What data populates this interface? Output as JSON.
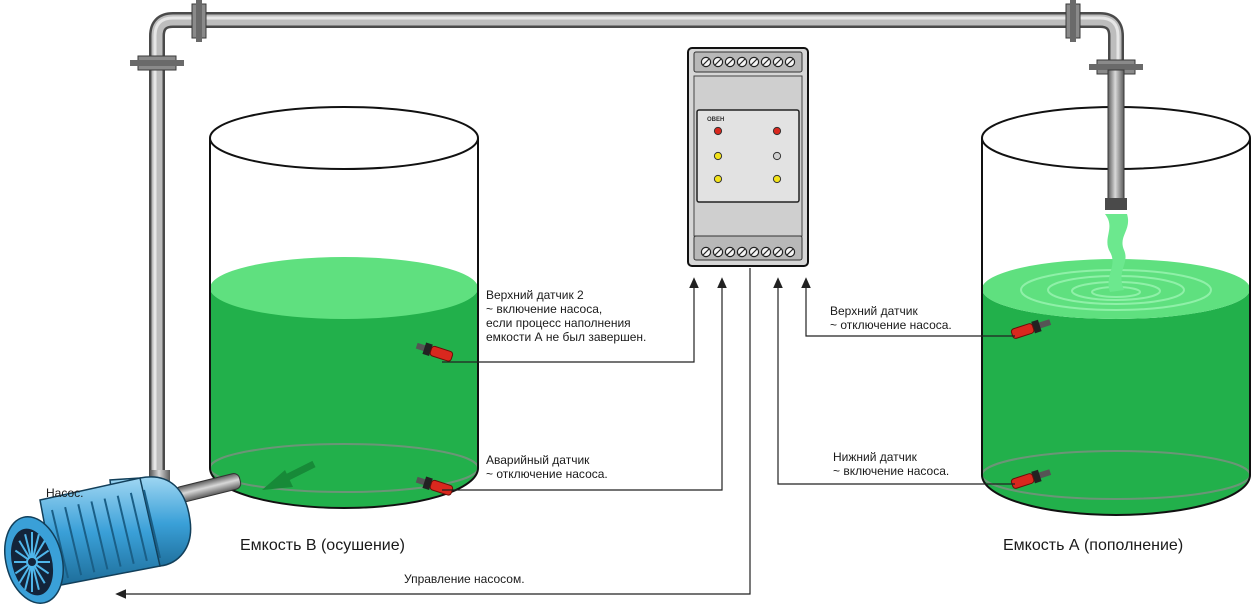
{
  "tanks": {
    "b": {
      "caption": "Емкость В (осушение)",
      "water_color": "#22b04b",
      "water_top_color": "#5fe07f"
    },
    "a": {
      "caption": "Емкость А (пополнение)",
      "water_color": "#22b04b",
      "water_top_color": "#5fe07f"
    }
  },
  "pump": {
    "label": "Насос.",
    "color": "#3aa0d8"
  },
  "device": {
    "logo": "ОВЕН",
    "terminal_count_top": 8,
    "terminal_count_bottom": 8
  },
  "sensors": {
    "upper2": {
      "lines": [
        "Верхний датчик 2",
        "~ включение насоса,",
        "если процесс наполнения",
        "емкости А не был завершен."
      ]
    },
    "alarm": {
      "lines": [
        "Аварийный датчик",
        "~ отключение насоса."
      ]
    },
    "upper_a": {
      "lines": [
        "Верхний датчик",
        "~ отключение насоса."
      ]
    },
    "lower_a": {
      "lines": [
        "Нижний датчик",
        "~ включение насоса."
      ]
    }
  },
  "control": {
    "label": "Управление насосом."
  },
  "colors": {
    "pipe": "#9a9a9a",
    "pipe_dark": "#555555",
    "sensor_red": "#d9281e",
    "led_red": "#d9281e",
    "led_yellow": "#f2e21a",
    "led_gray": "#cfcfcf"
  }
}
